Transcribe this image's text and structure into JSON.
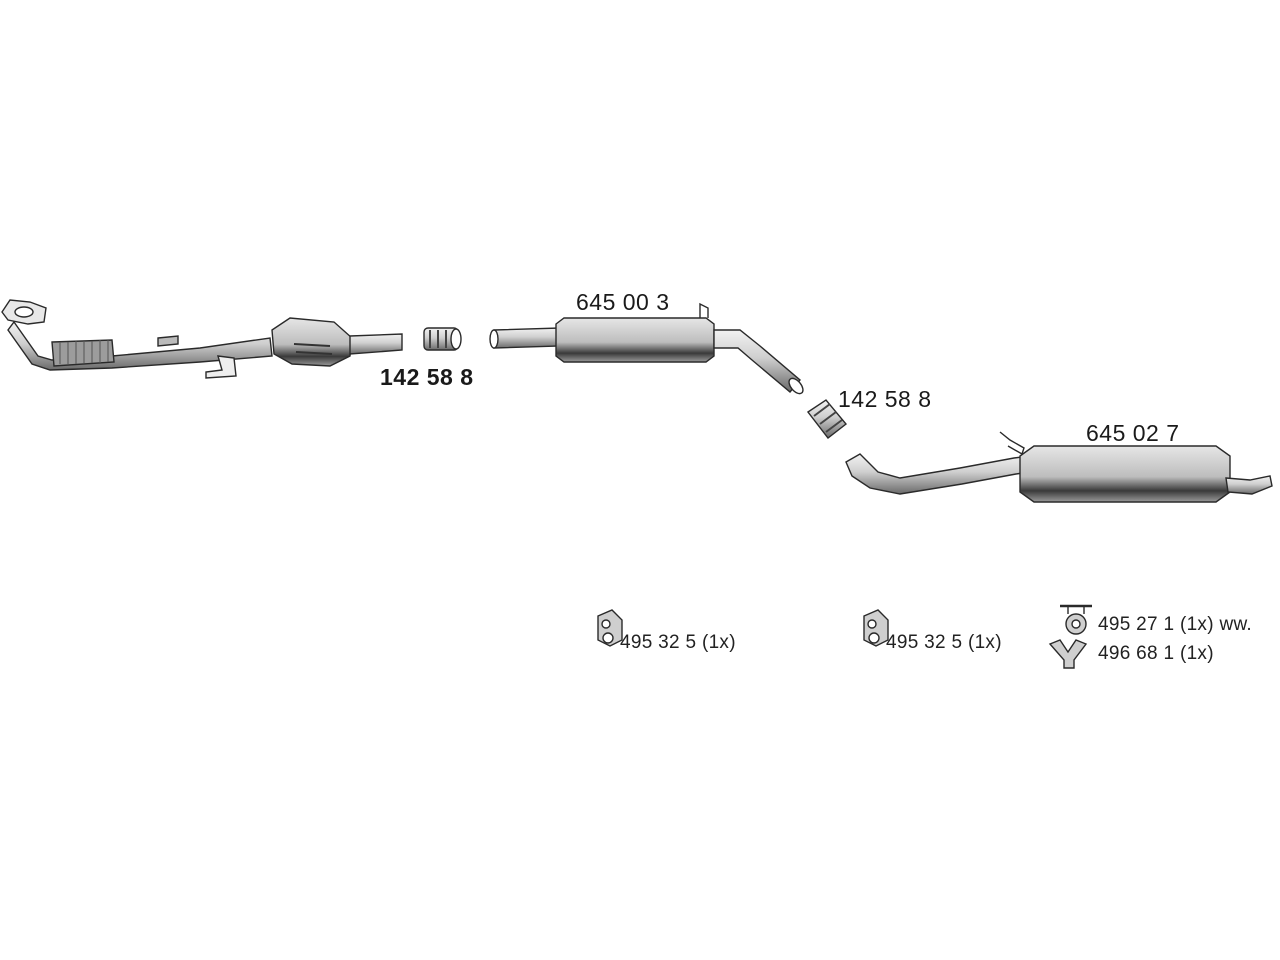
{
  "diagram": {
    "parts": [
      {
        "id": "front-pipe-catalyst",
        "label": ""
      },
      {
        "id": "clamp-1",
        "label": "142 58 8"
      },
      {
        "id": "middle-silencer",
        "label": "645 00 3"
      },
      {
        "id": "clamp-2",
        "label": "142 58 8"
      },
      {
        "id": "rear-silencer",
        "label": "645 02 7"
      }
    ],
    "hardware": [
      {
        "id": "hanger-1",
        "label": "495 32 5 (1x)"
      },
      {
        "id": "hanger-2",
        "label": "495 32 5 (1x)"
      },
      {
        "id": "hanger-3",
        "label": "495 27 1 (1x) ww."
      },
      {
        "id": "bracket-1",
        "label": "496 68 1 (1x)"
      }
    ],
    "colors": {
      "line": "#2a2a2a",
      "fill": "#d4d4d4",
      "shade": "#4a4a4a"
    }
  }
}
